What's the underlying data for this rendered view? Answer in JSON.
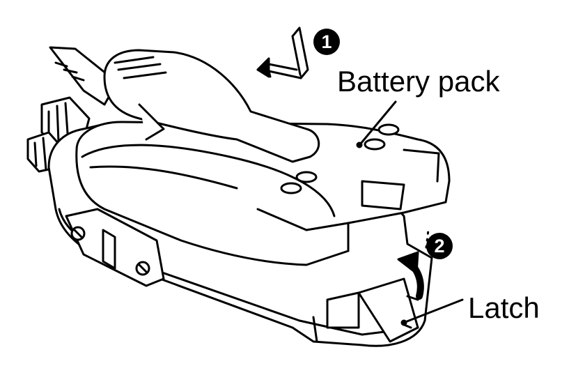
{
  "diagram": {
    "callouts": {
      "battery_pack": "Battery pack",
      "latch": "Latch"
    },
    "steps": {
      "step1": "1",
      "step2": "2"
    },
    "colors": {
      "line": "#000000",
      "fill": "#ffffff",
      "badge": "#000000"
    }
  }
}
